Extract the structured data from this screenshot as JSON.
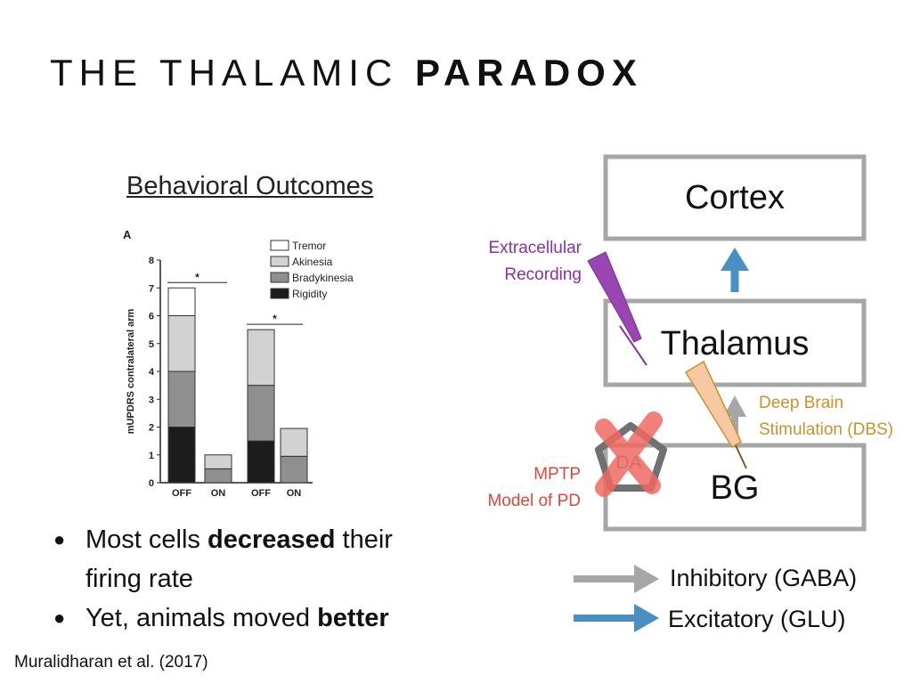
{
  "slide": {
    "title_light": "THE THALAMIC",
    "title_bold": "PARADOX",
    "section_heading": "Behavioral Outcomes",
    "bullets": [
      {
        "pre": "Most cells ",
        "bold": "decreased",
        "post": " their firing rate"
      },
      {
        "pre": "Yet, animals moved ",
        "bold": "better",
        "post": ""
      }
    ],
    "citation": "Muralidharan et al. (2017)"
  },
  "chart_data": {
    "type": "bar",
    "stacked": true,
    "panel_label": "A",
    "ylabel": "mUPDRS contralateral arm",
    "xlabel": "",
    "ylim": [
      0,
      8
    ],
    "yticks": [
      0,
      1,
      2,
      3,
      4,
      5,
      6,
      7,
      8
    ],
    "categories": [
      "OFF",
      "ON",
      "OFF",
      "ON"
    ],
    "series": [
      {
        "name": "Rigidity",
        "color": "#1c1c1c",
        "values": [
          2,
          0,
          1.5,
          0
        ]
      },
      {
        "name": "Bradykinesia",
        "color": "#8f8f8f",
        "values": [
          2,
          0.5,
          2,
          0.95
        ]
      },
      {
        "name": "Akinesia",
        "color": "#d2d2d2",
        "values": [
          2,
          0.5,
          2,
          1
        ]
      },
      {
        "name": "Tremor",
        "color": "#ffffff",
        "values": [
          1,
          0,
          0,
          0
        ]
      }
    ],
    "legend_order": [
      "Tremor",
      "Akinesia",
      "Bradykinesia",
      "Rigidity"
    ],
    "legend_position": "top-right",
    "significance": [
      {
        "pair": [
          0,
          1
        ],
        "label": "*"
      },
      {
        "pair": [
          2,
          3
        ],
        "label": "*"
      }
    ]
  },
  "diagram": {
    "boxes": {
      "cortex": "Cortex",
      "thalamus": "Thalamus",
      "bg": "BG"
    },
    "da_label": "DA",
    "labels": {
      "recording": [
        "Extracellular",
        "Recording"
      ],
      "dbs": [
        "Deep Brain",
        "Stimulation (DBS)"
      ],
      "mptp": [
        "MPTP",
        "Model of PD"
      ]
    },
    "legend": [
      {
        "label": "Inhibitory (GABA)",
        "color": "#a6a6a6"
      },
      {
        "label": "Excitatory (GLU)",
        "color": "#4a8fc4"
      }
    ],
    "colors": {
      "box_border": "#a6a6a6",
      "excitatory": "#4a8fc4",
      "inhibitory": "#a6a6a6",
      "recording": "#8b2fa6",
      "dbs": "#c9922e",
      "mptp": "#e0473a",
      "cross": "#ee6a62"
    }
  }
}
